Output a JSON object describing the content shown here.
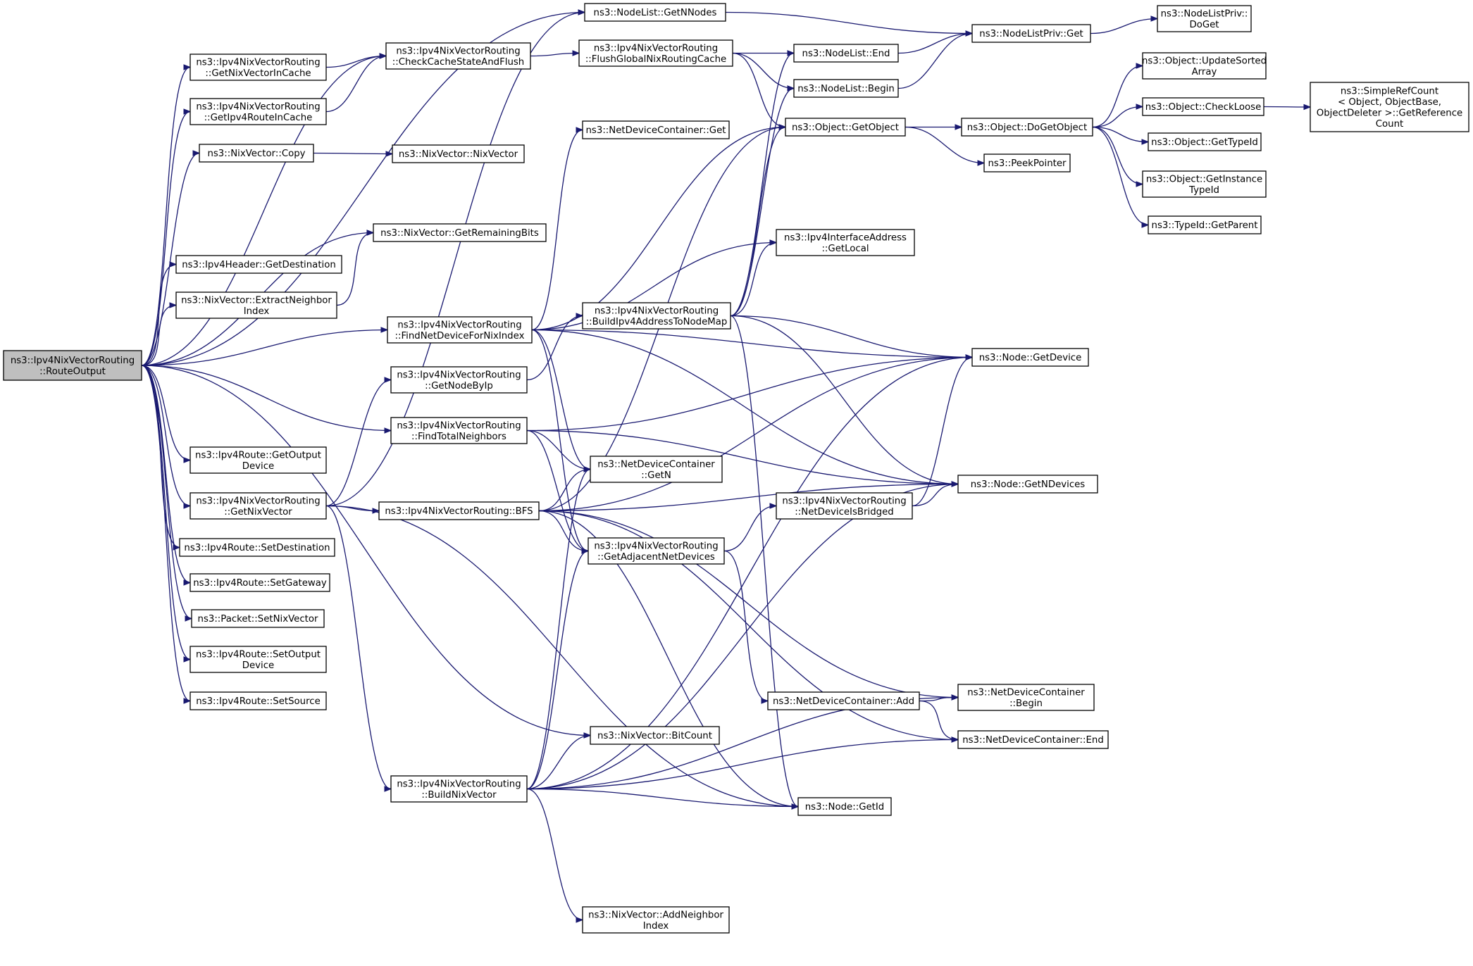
{
  "colors": {
    "edge": "#191970",
    "node_border": "#000000",
    "node_border_truncated": "#ff0000",
    "node_fill": "#ffffff",
    "root_fill": "#bfbfbf",
    "text": "#000000"
  },
  "nodes": [
    {
      "id": "route_output",
      "lines": [
        "ns3::Ipv4NixVectorRouting",
        "::RouteOutput"
      ],
      "root": true
    },
    {
      "id": "get_nix_vector_in_cache",
      "lines": [
        "ns3::Ipv4NixVectorRouting",
        "::GetNixVectorInCache"
      ]
    },
    {
      "id": "get_ipv4_route_in_cache",
      "lines": [
        "ns3::Ipv4NixVectorRouting",
        "::GetIpv4RouteInCache"
      ]
    },
    {
      "id": "nix_copy",
      "lines": [
        "ns3::NixVector::Copy"
      ]
    },
    {
      "id": "nix_get_remaining_bits",
      "lines": [
        "ns3::NixVector::GetRemainingBits"
      ]
    },
    {
      "id": "ipv4header_get_destination",
      "lines": [
        "ns3::Ipv4Header::GetDestination"
      ]
    },
    {
      "id": "nix_extract_neighbor_index",
      "lines": [
        "ns3::NixVector::ExtractNeighbor",
        "Index"
      ]
    },
    {
      "id": "ipv4route_get_output_device",
      "lines": [
        "ns3::Ipv4Route::GetOutput",
        "Device"
      ]
    },
    {
      "id": "get_nix_vector",
      "lines": [
        "ns3::Ipv4NixVectorRouting",
        "::GetNixVector"
      ]
    },
    {
      "id": "ipv4route_set_destination",
      "lines": [
        "ns3::Ipv4Route::SetDestination"
      ]
    },
    {
      "id": "ipv4route_set_gateway",
      "lines": [
        "ns3::Ipv4Route::SetGateway"
      ]
    },
    {
      "id": "packet_set_nix_vector",
      "lines": [
        "ns3::Packet::SetNixVector"
      ]
    },
    {
      "id": "ipv4route_set_output_device",
      "lines": [
        "ns3::Ipv4Route::SetOutput",
        "Device"
      ]
    },
    {
      "id": "ipv4route_set_source",
      "lines": [
        "ns3::Ipv4Route::SetSource"
      ]
    },
    {
      "id": "check_cache_state_and_flush",
      "lines": [
        "ns3::Ipv4NixVectorRouting",
        "::CheckCacheStateAndFlush"
      ]
    },
    {
      "id": "nix_nix_vector",
      "lines": [
        "ns3::NixVector::NixVector"
      ]
    },
    {
      "id": "find_net_device_for_nix_index",
      "lines": [
        "ns3::Ipv4NixVectorRouting",
        "::FindNetDeviceForNixIndex"
      ]
    },
    {
      "id": "get_node_by_ip",
      "lines": [
        "ns3::Ipv4NixVectorRouting",
        "::GetNodeByIp"
      ]
    },
    {
      "id": "find_total_neighbors",
      "lines": [
        "ns3::Ipv4NixVectorRouting",
        "::FindTotalNeighbors"
      ]
    },
    {
      "id": "bfs",
      "lines": [
        "ns3::Ipv4NixVectorRouting::BFS"
      ]
    },
    {
      "id": "build_nix_vector",
      "lines": [
        "ns3::Ipv4NixVectorRouting",
        "::BuildNixVector"
      ]
    },
    {
      "id": "nodelist_get_n_nodes",
      "lines": [
        "ns3::NodeList::GetNNodes"
      ]
    },
    {
      "id": "flush_global_nix_routing_cache",
      "lines": [
        "ns3::Ipv4NixVectorRouting",
        "::FlushGlobalNixRoutingCache"
      ]
    },
    {
      "id": "ndc_get",
      "lines": [
        "ns3::NetDeviceContainer::Get"
      ]
    },
    {
      "id": "build_ipv4_address_to_node_map",
      "lines": [
        "ns3::Ipv4NixVectorRouting",
        "::BuildIpv4AddressToNodeMap"
      ]
    },
    {
      "id": "ndc_get_n",
      "lines": [
        "ns3::NetDeviceContainer",
        "::GetN"
      ]
    },
    {
      "id": "get_adjacent_net_devices",
      "lines": [
        "ns3::Ipv4NixVectorRouting",
        "::GetAdjacentNetDevices"
      ]
    },
    {
      "id": "nix_bit_count",
      "lines": [
        "ns3::NixVector::BitCount"
      ]
    },
    {
      "id": "nix_add_neighbor_index",
      "lines": [
        "ns3::NixVector::AddNeighbor",
        "Index"
      ]
    },
    {
      "id": "nodelist_end",
      "lines": [
        "ns3::NodeList::End"
      ]
    },
    {
      "id": "nodelist_begin",
      "lines": [
        "ns3::NodeList::Begin"
      ]
    },
    {
      "id": "object_get_object",
      "lines": [
        "ns3::Object::GetObject"
      ]
    },
    {
      "id": "ipv4if_get_local",
      "lines": [
        "ns3::Ipv4InterfaceAddress",
        "::GetLocal"
      ]
    },
    {
      "id": "net_device_is_bridged",
      "lines": [
        "ns3::Ipv4NixVectorRouting",
        "::NetDeviceIsBridged"
      ]
    },
    {
      "id": "ndc_add",
      "lines": [
        "ns3::NetDeviceContainer::Add"
      ]
    },
    {
      "id": "node_get_id",
      "lines": [
        "ns3::Node::GetId"
      ]
    },
    {
      "id": "nodelistpriv_get",
      "lines": [
        "ns3::NodeListPriv::Get"
      ]
    },
    {
      "id": "object_do_get_object",
      "lines": [
        "ns3::Object::DoGetObject"
      ]
    },
    {
      "id": "peek_pointer",
      "lines": [
        "ns3::PeekPointer"
      ]
    },
    {
      "id": "node_get_device",
      "lines": [
        "ns3::Node::GetDevice"
      ]
    },
    {
      "id": "node_get_n_devices",
      "lines": [
        "ns3::Node::GetNDevices"
      ]
    },
    {
      "id": "ndc_begin",
      "lines": [
        "ns3::NetDeviceContainer",
        "::Begin"
      ]
    },
    {
      "id": "ndc_end",
      "lines": [
        "ns3::NetDeviceContainer::End"
      ]
    },
    {
      "id": "nodelistpriv_do_get",
      "lines": [
        "ns3::NodeListPriv::",
        "DoGet"
      ],
      "truncated": true
    },
    {
      "id": "object_update_sorted_array",
      "lines": [
        "ns3::Object::UpdateSorted",
        "Array"
      ]
    },
    {
      "id": "object_check_loose",
      "lines": [
        "ns3::Object::CheckLoose"
      ]
    },
    {
      "id": "object_get_type_id",
      "lines": [
        "ns3::Object::GetTypeId"
      ],
      "truncated": true
    },
    {
      "id": "object_get_instance_type_id",
      "lines": [
        "ns3::Object::GetInstance",
        "TypeId"
      ]
    },
    {
      "id": "typeid_get_parent",
      "lines": [
        "ns3::TypeId::GetParent"
      ],
      "truncated": true
    },
    {
      "id": "simple_ref_count_get_reference_count",
      "lines": [
        "ns3::SimpleRefCount",
        "< Object, ObjectBase,",
        " ObjectDeleter >::GetReference",
        "Count"
      ]
    }
  ],
  "edges": [
    [
      "route_output",
      "check_cache_state_and_flush"
    ],
    [
      "route_output",
      "get_nix_vector_in_cache"
    ],
    [
      "route_output",
      "get_ipv4_route_in_cache"
    ],
    [
      "route_output",
      "nix_copy"
    ],
    [
      "route_output",
      "nodelist_get_n_nodes"
    ],
    [
      "route_output",
      "nix_get_remaining_bits"
    ],
    [
      "route_output",
      "ipv4header_get_destination"
    ],
    [
      "route_output",
      "nix_extract_neighbor_index"
    ],
    [
      "route_output",
      "find_net_device_for_nix_index"
    ],
    [
      "route_output",
      "find_total_neighbors"
    ],
    [
      "route_output",
      "nix_bit_count"
    ],
    [
      "route_output",
      "ipv4route_get_output_device"
    ],
    [
      "route_output",
      "get_nix_vector"
    ],
    [
      "route_output",
      "ipv4route_set_destination"
    ],
    [
      "route_output",
      "ipv4route_set_gateway"
    ],
    [
      "route_output",
      "packet_set_nix_vector"
    ],
    [
      "route_output",
      "ipv4route_set_output_device"
    ],
    [
      "route_output",
      "ipv4route_set_source"
    ],
    [
      "get_nix_vector_in_cache",
      "check_cache_state_and_flush"
    ],
    [
      "get_ipv4_route_in_cache",
      "check_cache_state_and_flush"
    ],
    [
      "check_cache_state_and_flush",
      "flush_global_nix_routing_cache"
    ],
    [
      "nix_copy",
      "nix_nix_vector"
    ],
    [
      "nix_extract_neighbor_index",
      "nix_get_remaining_bits"
    ],
    [
      "nodelist_get_n_nodes",
      "nodelistpriv_get"
    ],
    [
      "flush_global_nix_routing_cache",
      "nodelist_end"
    ],
    [
      "flush_global_nix_routing_cache",
      "nodelist_begin"
    ],
    [
      "flush_global_nix_routing_cache",
      "object_get_object"
    ],
    [
      "find_net_device_for_nix_index",
      "ndc_get"
    ],
    [
      "find_net_device_for_nix_index",
      "object_get_object"
    ],
    [
      "find_net_device_for_nix_index",
      "ipv4if_get_local"
    ],
    [
      "find_net_device_for_nix_index",
      "node_get_device"
    ],
    [
      "find_net_device_for_nix_index",
      "node_get_n_devices"
    ],
    [
      "find_net_device_for_nix_index",
      "ndc_get_n"
    ],
    [
      "find_net_device_for_nix_index",
      "get_adjacent_net_devices"
    ],
    [
      "get_node_by_ip",
      "build_ipv4_address_to_node_map"
    ],
    [
      "find_total_neighbors",
      "node_get_device"
    ],
    [
      "find_total_neighbors",
      "node_get_n_devices"
    ],
    [
      "find_total_neighbors",
      "ndc_get_n"
    ],
    [
      "find_total_neighbors",
      "get_adjacent_net_devices"
    ],
    [
      "get_nix_vector",
      "get_node_by_ip"
    ],
    [
      "get_nix_vector",
      "bfs"
    ],
    [
      "get_nix_vector",
      "build_nix_vector"
    ],
    [
      "get_nix_vector",
      "nodelist_get_n_nodes"
    ],
    [
      "get_nix_vector",
      "node_get_id"
    ],
    [
      "bfs",
      "object_get_object"
    ],
    [
      "bfs",
      "node_get_device"
    ],
    [
      "bfs",
      "ndc_get_n"
    ],
    [
      "bfs",
      "get_adjacent_net_devices"
    ],
    [
      "bfs",
      "node_get_n_devices"
    ],
    [
      "bfs",
      "node_get_id"
    ],
    [
      "bfs",
      "ndc_begin"
    ],
    [
      "bfs",
      "ndc_end"
    ],
    [
      "build_nix_vector",
      "ndc_get_n"
    ],
    [
      "build_nix_vector",
      "get_adjacent_net_devices"
    ],
    [
      "build_nix_vector",
      "nix_bit_count"
    ],
    [
      "build_nix_vector",
      "node_get_device"
    ],
    [
      "build_nix_vector",
      "node_get_n_devices"
    ],
    [
      "build_nix_vector",
      "node_get_id"
    ],
    [
      "build_nix_vector",
      "ndc_begin"
    ],
    [
      "build_nix_vector",
      "ndc_end"
    ],
    [
      "build_nix_vector",
      "nix_add_neighbor_index"
    ],
    [
      "build_ipv4_address_to_node_map",
      "nodelist_end"
    ],
    [
      "build_ipv4_address_to_node_map",
      "nodelist_begin"
    ],
    [
      "build_ipv4_address_to_node_map",
      "object_get_object"
    ],
    [
      "build_ipv4_address_to_node_map",
      "ipv4if_get_local"
    ],
    [
      "build_ipv4_address_to_node_map",
      "node_get_device"
    ],
    [
      "build_ipv4_address_to_node_map",
      "node_get_n_devices"
    ],
    [
      "build_ipv4_address_to_node_map",
      "node_get_id"
    ],
    [
      "get_adjacent_net_devices",
      "net_device_is_bridged"
    ],
    [
      "get_adjacent_net_devices",
      "ndc_add"
    ],
    [
      "net_device_is_bridged",
      "node_get_device"
    ],
    [
      "net_device_is_bridged",
      "node_get_n_devices"
    ],
    [
      "ndc_add",
      "ndc_begin"
    ],
    [
      "ndc_add",
      "ndc_end"
    ],
    [
      "nodelist_end",
      "nodelistpriv_get"
    ],
    [
      "nodelist_begin",
      "nodelistpriv_get"
    ],
    [
      "object_get_object",
      "object_do_get_object"
    ],
    [
      "object_get_object",
      "peek_pointer"
    ],
    [
      "nodelistpriv_get",
      "nodelistpriv_do_get"
    ],
    [
      "object_do_get_object",
      "object_update_sorted_array"
    ],
    [
      "object_do_get_object",
      "object_check_loose"
    ],
    [
      "object_do_get_object",
      "object_get_type_id"
    ],
    [
      "object_do_get_object",
      "object_get_instance_type_id"
    ],
    [
      "object_do_get_object",
      "typeid_get_parent"
    ],
    [
      "object_check_loose",
      "simple_ref_count_get_reference_count"
    ]
  ]
}
